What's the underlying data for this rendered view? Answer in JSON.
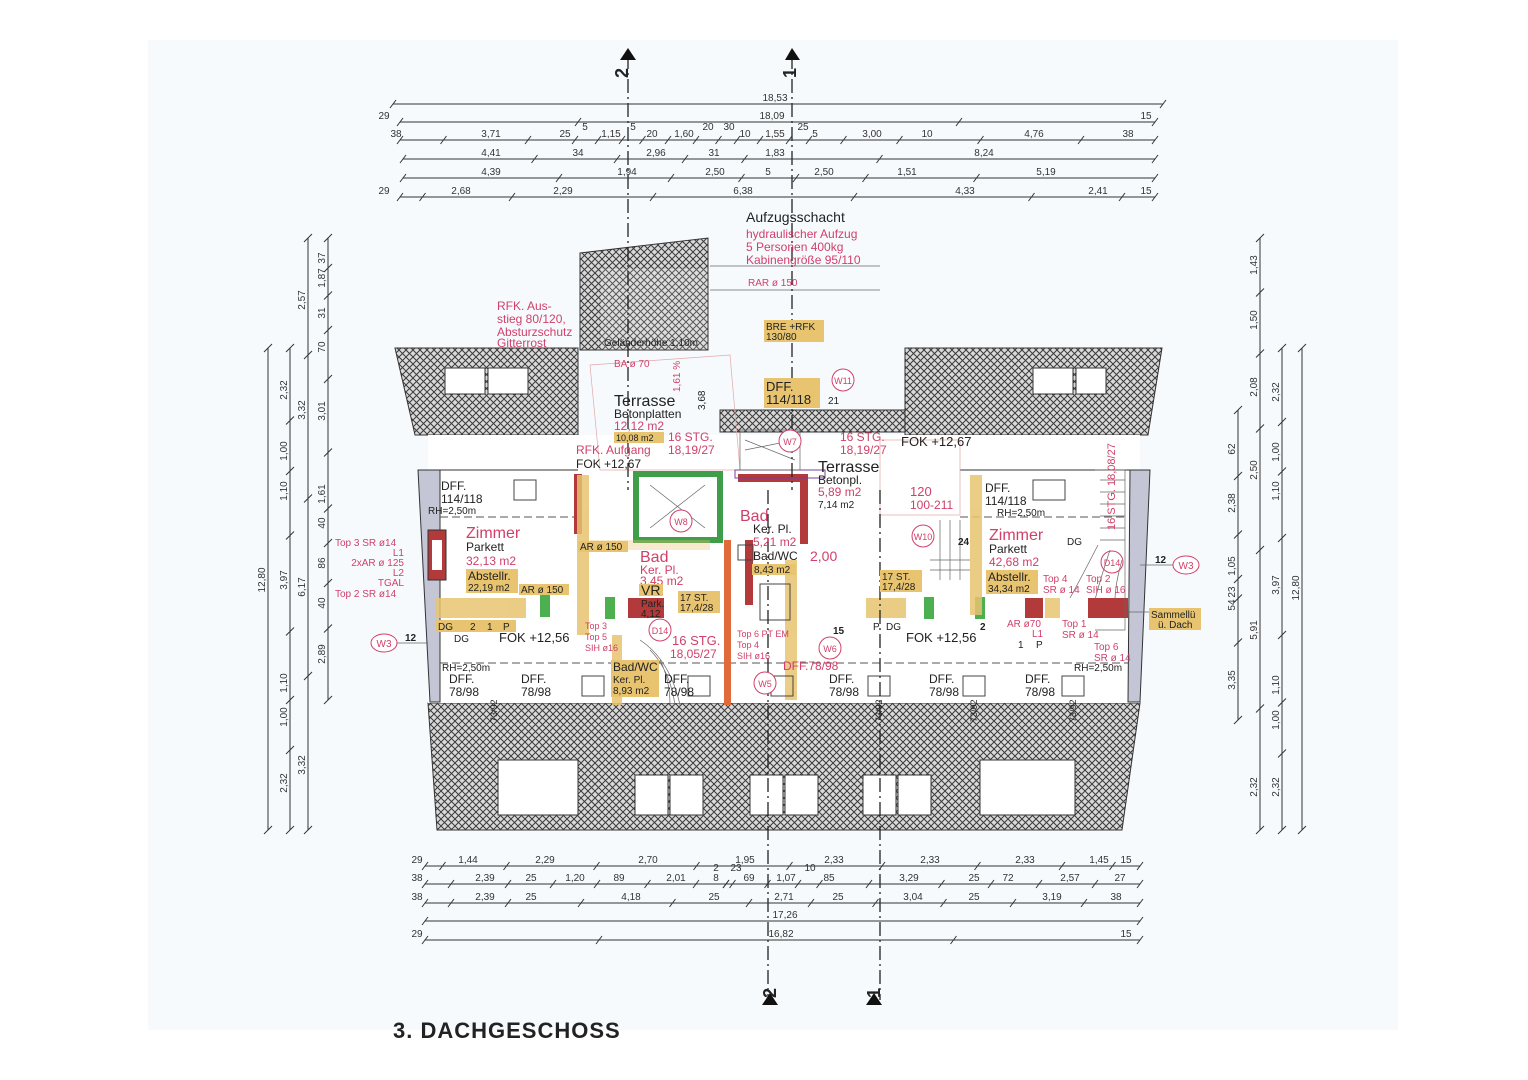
{
  "title": "3. DACHGESCHOSS",
  "axes": {
    "top_left": "2",
    "top_right": "1",
    "bottom_left": "2",
    "bottom_right": "1"
  },
  "colors": {
    "annotation_red": "#d0406a",
    "highlight_yellow": "#e8c470",
    "hatch": "#444444",
    "wall_green": "#4caf50",
    "wall_red": "#b23a3a"
  },
  "dimensions": {
    "top": [
      [
        "18,53"
      ],
      [
        "29",
        "18,09",
        "15"
      ],
      [
        "38",
        "3,71",
        "25",
        "5",
        "1,15",
        "5",
        "20",
        "1,60",
        "20",
        "30",
        "10",
        "1,55",
        "25",
        "5",
        "3,00",
        "10",
        "4,76",
        "38"
      ],
      [
        "4,41",
        "34",
        "2,96",
        "31",
        "1,83",
        "8,24"
      ],
      [
        "4,39",
        "1,94",
        "2,50",
        "5",
        "2,50",
        "1,51",
        "5,19"
      ],
      [
        "29",
        "2,68",
        "2,29",
        "6,38",
        "4,33",
        "2,41",
        "15"
      ]
    ],
    "bottom": [
      [
        "29",
        "1,44",
        "2,29",
        "2,70",
        "1,95",
        "2,33",
        "2,33",
        "2,33",
        "1,45",
        "15"
      ],
      [
        "38",
        "2,39",
        "25",
        "1,20",
        "89",
        "2,01",
        "2",
        "23",
        "8",
        "69",
        "1,07",
        "10",
        "85",
        "3,29",
        "25",
        "72",
        "2,57",
        "27"
      ],
      [
        "38",
        "2,39",
        "25",
        "4,18",
        "25",
        "2,71",
        "25",
        "3,04",
        "25",
        "3,19",
        "38"
      ],
      [
        "17,26"
      ],
      [
        "29",
        "16,82",
        "15"
      ]
    ],
    "left": [
      [
        "12,80"
      ],
      [
        "2,32",
        "1,00",
        "1,10",
        "3,97",
        "1,10",
        "1,00",
        "2,32"
      ],
      [
        "2,57",
        "3,32",
        "6,17",
        "3,32"
      ],
      [
        "37",
        "1,87",
        "31",
        "70",
        "3,01",
        "1,61",
        "40",
        "86",
        "40",
        "2,89"
      ]
    ],
    "right": [
      [
        "62",
        "2,38",
        "1,05",
        "23",
        "54",
        "3,35"
      ],
      [
        "1,43",
        "1,50",
        "2,08",
        "2,50",
        "5,91",
        "2,32"
      ],
      [
        "2,32",
        "1,00",
        "1,10",
        "3,97",
        "1,10",
        "1,00",
        "2,32"
      ],
      [
        "12,80"
      ]
    ]
  },
  "elevator": {
    "title": "Aufzugsschacht",
    "l1": "hydraulischer Aufzug",
    "l2": "5 Personen 400kg",
    "l3": "Kabinengröße 95/110",
    "rar": "RAR ø 150"
  },
  "rfk_exit": {
    "l1": "RFK. Aus-",
    "l2": "stieg 80/120,",
    "l3": "Absturzschutz",
    "l4": "Gitterrost"
  },
  "railing": "Geländerhöhe 1,10m",
  "ba": "BA ø 70",
  "bre": {
    "l1": "BRE +RFK",
    "l2": "130/80"
  },
  "dff_top": {
    "l1": "DFF.",
    "l2": "114/118",
    "n": "21"
  },
  "terrace_left": {
    "name": "Terrasse",
    "floor": "Betonplatten",
    "area": "12,12 m2",
    "area2": "10,08 m2",
    "slope": "1,61 %",
    "dim": "3,68"
  },
  "stairs_left_top": {
    "l1": "16 STG.",
    "l2": "18,19/27"
  },
  "stairs_right_top": {
    "l1": "16 STG.",
    "l2": "18,19/27"
  },
  "rfk_entry": {
    "l1": "RFK. Aufgang",
    "l2": "FOK +12,67"
  },
  "fok_top_right": "FOK +12,67",
  "terrace_right": {
    "name": "Terrasse",
    "floor": "Betonpl.",
    "area": "5,89 m2",
    "area2": "7,14 m2",
    "door1": "120",
    "door2": "100-211"
  },
  "room_left": {
    "dff1": "DFF.",
    "dff2": "114/118",
    "rh": "RH=2,50m",
    "name": "Zimmer",
    "floor": "Parkett",
    "area": "32,13 m2",
    "storage": "Abstellr.",
    "storage_area": "22,19 m2"
  },
  "room_right": {
    "dff1": "DFF.",
    "dff2": "114/118",
    "rh": "RH=2,50m",
    "name": "Zimmer",
    "floor": "Parkett",
    "area": "42,68 m2",
    "storage": "Abstellr.",
    "storage_area": "34,34 m2"
  },
  "bath1": {
    "name": "Bad",
    "floor": "Ker. Pl.",
    "area": "3,45 m2"
  },
  "bath2": {
    "name": "Bad",
    "floor": "Ker. Pl.",
    "area": "5,21 m2",
    "wc": "Bad/WC",
    "wc_area": "8,43 m2",
    "dim": "2,00"
  },
  "vr": {
    "name": "VR",
    "floor": "Park.",
    "area": "4,12"
  },
  "stairs17a": {
    "l1": "17 ST.",
    "l2": "17,4/28"
  },
  "stairs17b": {
    "l1": "17 ST.",
    "l2": "17,4/28"
  },
  "ar1": "AR ø 150",
  "ar2": "AR ø 150",
  "left_ducts": [
    "Top 3 SR ø14",
    "L1",
    "2xAR ø 125",
    "L2",
    "TGAL",
    "Top 2 SR ø14"
  ],
  "markers": {
    "w3": "W3",
    "w3r": "W3",
    "w5": "W5",
    "w6": "W6",
    "w7": "W7",
    "w8": "W8",
    "w10": "W10",
    "w11": "W11",
    "d14a": "D14",
    "d14b": "D14"
  },
  "nums": {
    "n12a": "12",
    "n12b": "12",
    "n24": "24",
    "n15": "15",
    "n2": "2"
  },
  "left_row": {
    "dg1": "DG",
    "n2": "2",
    "n1": "1",
    "p": "P",
    "dg2": "DG",
    "fok": "FOK +12,56"
  },
  "top35": {
    "l1": "Top 3",
    "l2": "Top 5",
    "l3": "SIH ø16"
  },
  "stairs_lower": {
    "l1": "16 STG.",
    "l2": "18,05/27"
  },
  "top64": {
    "l1": "Top 6 PT EM",
    "l2": "Top 4",
    "l3": "SIH ø16"
  },
  "right_row": {
    "p": "P",
    "dg": "DG",
    "fok": "FOK +12,56"
  },
  "right_ducts": {
    "ar": "AR ø70",
    "l1": "L1",
    "one": "1",
    "p": "P",
    "top1": "Top 1",
    "sr1": "SR ø 14",
    "top6": "Top 6",
    "sr6": "SR ø 14",
    "top4": "Top 4",
    "sr4": "SR ø 14",
    "top2": "Top 2",
    "sih2": "SIH ø 16",
    "dg": "DG"
  },
  "sammel": {
    "l1": "Sammellü",
    "l2": "ü. Dach"
  },
  "stairs_right": "16 STG. 18,08/27",
  "rh_bottom_left": "RH=2,50m",
  "rh_bottom_right": "RH=2,50m",
  "dff_bottom": {
    "label": "DFF.",
    "size": "78/98",
    "red": "DFF.78/98",
    "sill": "73/92"
  },
  "bath3": {
    "name": "Bad/WC",
    "floor": "Ker. Pl.",
    "area": "8,93 m2"
  }
}
